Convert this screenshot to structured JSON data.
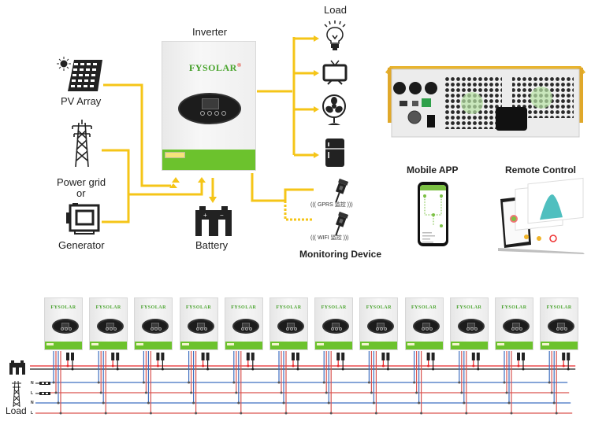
{
  "diagram": {
    "title_inverter": "Inverter",
    "brand": {
      "prefix": "FY",
      "suffix": "SOLAR",
      "registered": "®"
    },
    "sources": [
      {
        "id": "pv",
        "label": "PV Array",
        "icon": "solar-panel-icon"
      },
      {
        "id": "grid",
        "label": "Power grid",
        "icon": "power-tower-icon"
      },
      {
        "id": "or",
        "label": "or"
      },
      {
        "id": "generator",
        "label": "Generator",
        "icon": "generator-icon"
      }
    ],
    "battery": {
      "label": "Battery",
      "icon": "battery-icon"
    },
    "load": {
      "label": "Load",
      "items": [
        {
          "name": "light-bulb",
          "icon": "light-bulb-icon"
        },
        {
          "name": "tv",
          "icon": "tv-icon"
        },
        {
          "name": "fan",
          "icon": "fan-icon"
        },
        {
          "name": "fridge",
          "icon": "fridge-icon"
        }
      ]
    },
    "monitoring": {
      "label": "Monitoring Device",
      "devices": [
        {
          "name": "gprs",
          "text": "((( GPRS 监控 )))"
        },
        {
          "name": "wifi",
          "text": "((( WIFI 监控 )))"
        }
      ]
    },
    "mobile_app": {
      "label": "Mobile APP"
    },
    "remote_control": {
      "label": "Remote Control"
    },
    "parallel": {
      "unit_count": 12,
      "bus_labels": {
        "load": "Load",
        "n1": "N",
        "l1": "L",
        "n2": "N",
        "l2": "L"
      }
    },
    "colors": {
      "flow_line": "#f5c518",
      "inverter_green": "#6cc22d",
      "bus_red": "#d9534f",
      "bus_blue": "#3f6fc0",
      "bus_black": "#222222",
      "dc_red": "#e8282b"
    }
  }
}
